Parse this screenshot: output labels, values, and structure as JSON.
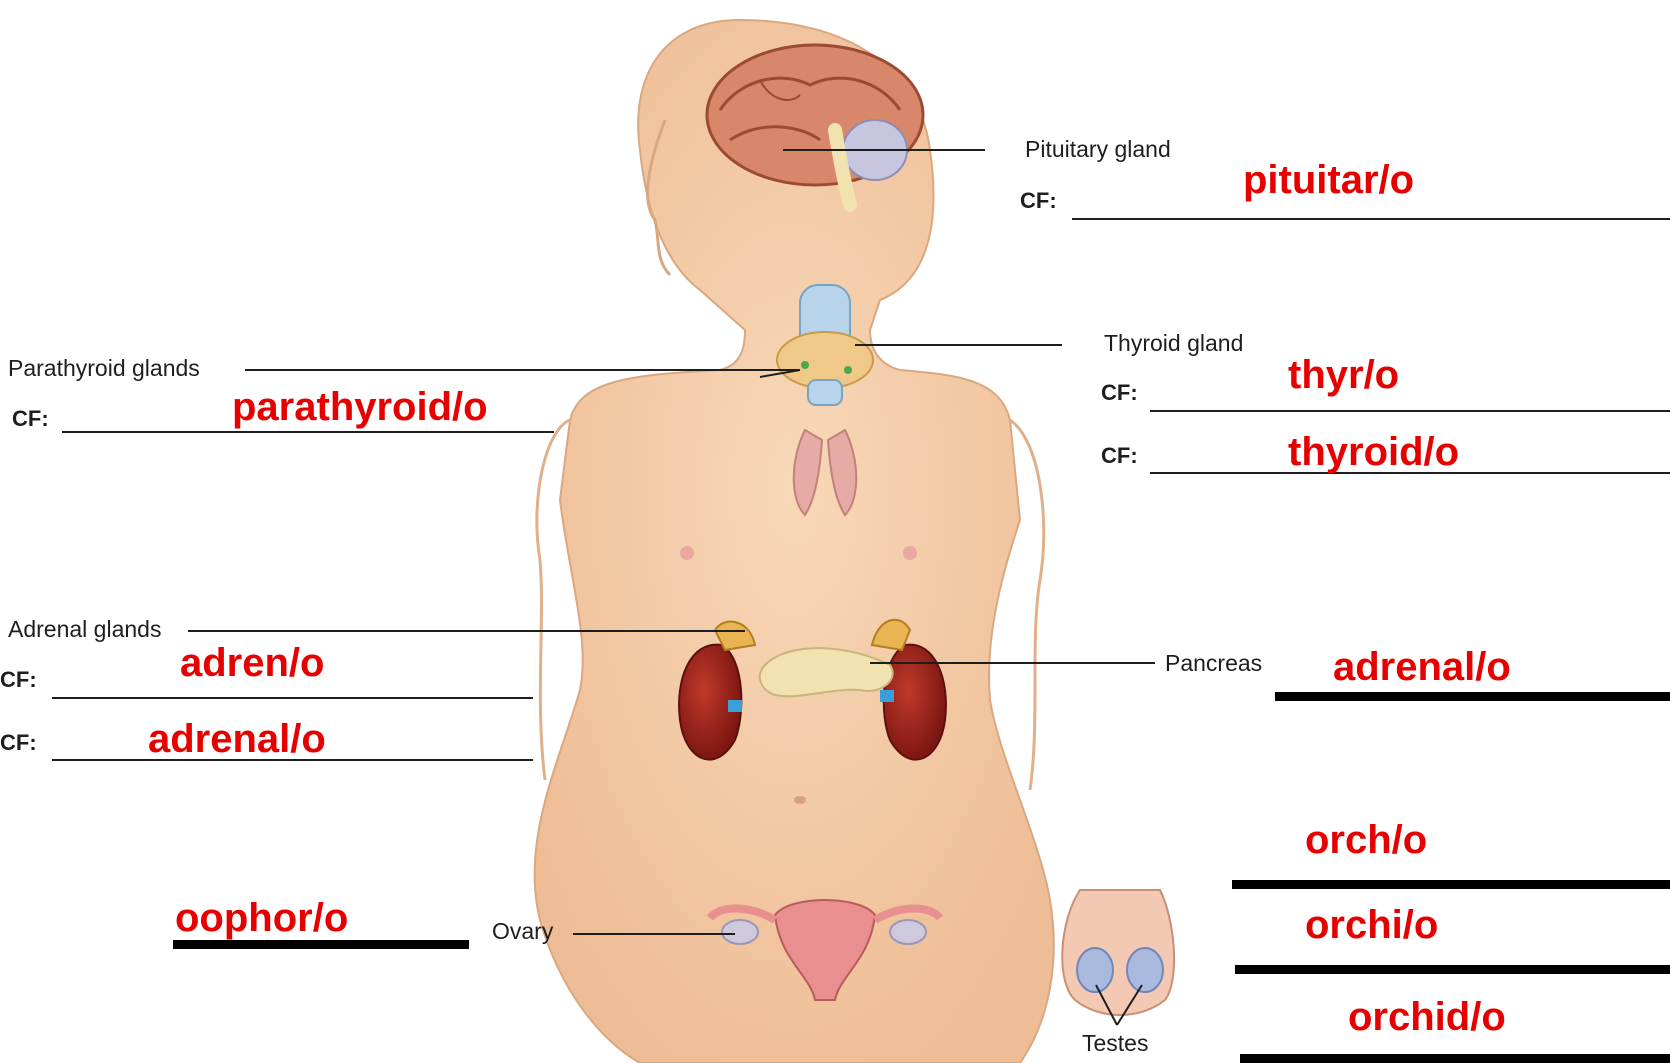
{
  "labels": {
    "pituitary": "Pituitary gland",
    "thyroid": "Thyroid gland",
    "parathyroid": "Parathyroid glands",
    "adrenal": "Adrenal glands",
    "pancreas": "Pancreas",
    "ovary": "Ovary",
    "testes": "Testes"
  },
  "cf_label": "CF:",
  "answers": {
    "pituitary": "pituitar/o",
    "thyroid_1": "thyr/o",
    "thyroid_2": "thyroid/o",
    "parathyroid": "parathyroid/o",
    "adrenal_1": "adren/o",
    "adrenal_2": "adrenal/o",
    "pancreas": "adrenal/o",
    "ovary": "oophor/o",
    "testes_1": "orch/o",
    "testes_2": "orchi/o",
    "testes_3": "orchid/o"
  },
  "colors": {
    "answer": "#e60000",
    "skin": "#f5cfaa",
    "kidney": "#9a1f1a",
    "uterus": "#e98f8f",
    "brain": "#d9876a"
  }
}
